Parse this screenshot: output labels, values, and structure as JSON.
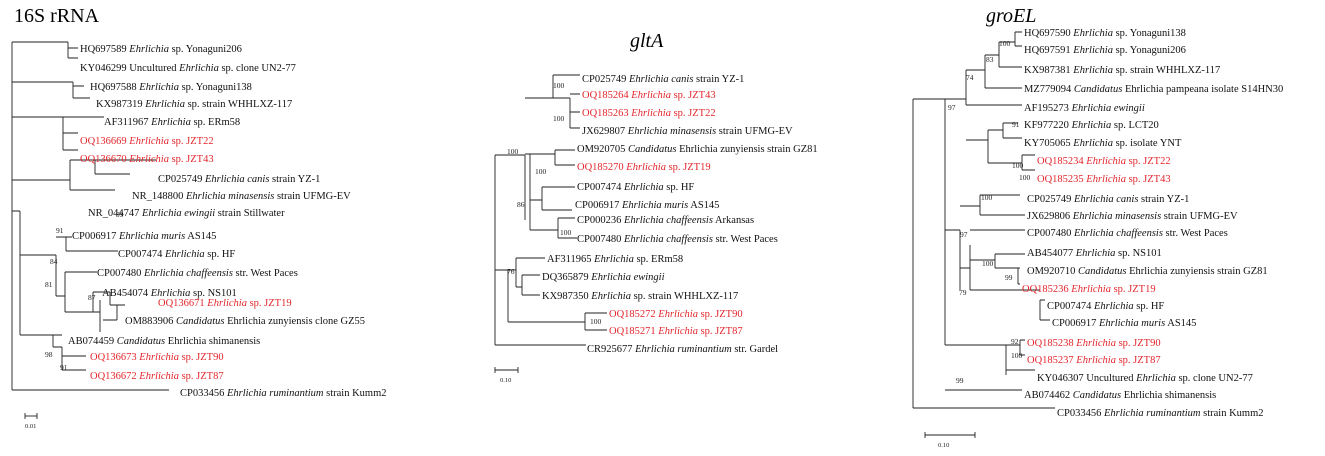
{
  "panels": [
    {
      "id": "16s",
      "title": "16S rRNA",
      "title_italic": false,
      "scale_label": "0.01",
      "leaves": [
        {
          "acc": "HQ697589",
          "genus": "Ehrlichia",
          "rest": " sp. Yonaguni206",
          "red": false
        },
        {
          "acc": "KY046299 Uncultured",
          "genus": "Ehrlichia",
          "rest": " sp. clone UN2-77",
          "red": false
        },
        {
          "acc": "HQ697588",
          "genus": "Ehrlichia",
          "rest": " sp. Yonaguni138",
          "red": false
        },
        {
          "acc": "KX987319",
          "genus": "Ehrlichia",
          "rest": " sp. strain WHHLXZ-117",
          "red": false
        },
        {
          "acc": "AF311967 ",
          "genus": "Ehrlichia",
          "rest": " sp. ERm58",
          "red": false
        },
        {
          "acc": "OQ136669",
          "genus": "Ehrlichia",
          "rest": " sp. JZT22",
          "red": true
        },
        {
          "acc": "OQ136670",
          "genus": "Ehrlichia",
          "rest": " sp. JZT43",
          "red": true
        },
        {
          "acc": "CP025749",
          "genus": "Ehrlichia canis",
          "rest": " strain YZ-1",
          "red": false
        },
        {
          "acc": "NR_148800",
          "genus": "Ehrlichia minasensis",
          "rest": " strain UFMG-EV",
          "red": false
        },
        {
          "acc": "NR_044747",
          "genus": "Ehrlichia ewingii",
          "rest": " strain Stillwater",
          "red": false
        },
        {
          "acc": "CP006917",
          "genus": "Ehrlichia muris",
          "rest": " AS145",
          "red": false
        },
        {
          "acc": "CP007474",
          "genus": "Ehrlichia",
          "rest": " sp. HF",
          "red": false
        },
        {
          "acc": "CP007480",
          "genus": "Ehrlichia chaffeensis",
          "rest": " str. West Paces",
          "red": false
        },
        {
          "acc": "AB454074",
          "genus": "Ehrlichia",
          "rest": " sp. NS101",
          "red": false
        },
        {
          "acc": "OQ136671",
          "genus": "Ehrlichia",
          "rest": " sp. JZT19",
          "red": true
        },
        {
          "acc": "OM883906",
          "genus": "Candidatus",
          "rest": " Ehrlichia zunyiensis clone GZ55",
          "red": false
        },
        {
          "acc": "AB074459",
          "genus": "Candidatus",
          "rest": " Ehrlichia shimanensis",
          "red": false
        },
        {
          "acc": "OQ136673",
          "genus": "Ehrlichia",
          "rest": " sp. JZT90",
          "red": true
        },
        {
          "acc": "OQ136672",
          "genus": "Ehrlichia",
          "rest": " sp. JZT87",
          "red": true
        },
        {
          "acc": "CP033456",
          "genus": "Ehrlichia ruminantium",
          "rest": " strain Kumm2",
          "red": false
        }
      ],
      "bootstraps": [
        "99",
        "91",
        "84",
        "81",
        "87",
        "98",
        "91"
      ]
    },
    {
      "id": "glta",
      "title": "gltA",
      "title_italic": true,
      "scale_label": "0.10",
      "leaves": [
        {
          "acc": "CP025749",
          "genus": "Ehrlichia canis",
          "rest": " strain YZ-1",
          "red": false
        },
        {
          "acc": "OQ185264",
          "genus": "Ehrlichia",
          "rest": " sp. JZT43",
          "red": true
        },
        {
          "acc": "OQ185263",
          "genus": "Ehrlichia",
          "rest": " sp. JZT22",
          "red": true
        },
        {
          "acc": "JX629807",
          "genus": "Ehrlichia minasensis",
          "rest": " strain UFMG-EV",
          "red": false
        },
        {
          "acc": "OM920705",
          "genus": "Candidatus",
          "rest": " Ehrlichia zunyiensis strain GZ81",
          "red": false
        },
        {
          "acc": "OQ185270",
          "genus": "Ehrlichia",
          "rest": " sp. JZT19",
          "red": true
        },
        {
          "acc": "CP007474",
          "genus": "Ehrlichia",
          "rest": " sp. HF",
          "red": false
        },
        {
          "acc": "CP006917",
          "genus": "Ehrlichia muris",
          "rest": " AS145",
          "red": false
        },
        {
          "acc": "CP000236",
          "genus": "Ehrlichia chaffeensis",
          "rest": " Arkansas",
          "red": false
        },
        {
          "acc": "CP007480",
          "genus": "Ehrlichia chaffeensis",
          "rest": " str. West Paces",
          "red": false
        },
        {
          "acc": "AF311965",
          "genus": "Ehrlichia",
          "rest": " sp. ERm58",
          "red": false
        },
        {
          "acc": "DQ365879",
          "genus": "Ehrlichia ewingii",
          "rest": "",
          "red": false
        },
        {
          "acc": "KX987350",
          "genus": "Ehrlichia",
          "rest": " sp. strain WHHLXZ-117",
          "red": false
        },
        {
          "acc": "OQ185272",
          "genus": "Ehrlichia",
          "rest": " sp. JZT90",
          "red": true
        },
        {
          "acc": "OQ185271",
          "genus": "Ehrlichia",
          "rest": " sp. JZT87",
          "red": true
        },
        {
          "acc": "CR925677",
          "genus": "Ehrlichia ruminantium",
          "rest": " str. Gardel",
          "red": false
        }
      ],
      "bootstraps": [
        "100",
        "100",
        "100",
        "100",
        "86",
        "100",
        "76",
        "100"
      ]
    },
    {
      "id": "groel",
      "title": "groEL",
      "title_italic": true,
      "scale_label": "0.10",
      "leaves": [
        {
          "acc": "HQ697590",
          "genus": "Ehrlichia",
          "rest": " sp. Yonaguni138",
          "red": false
        },
        {
          "acc": "HQ697591",
          "genus": "Ehrlichia",
          "rest": " sp. Yonaguni206",
          "red": false
        },
        {
          "acc": "KX987381",
          "genus": "Ehrlichia",
          "rest": " sp. strain WHHLXZ-117",
          "red": false
        },
        {
          "acc": "MZ779094",
          "genus": "Candidatus",
          "rest": " Ehrlichia pampeana isolate S14HN30",
          "red": false
        },
        {
          "acc": "AF195273",
          "genus": "Ehrlichia ewingii",
          "rest": "",
          "red": false
        },
        {
          "acc": "KF977220",
          "genus": "Ehrlichia",
          "rest": " sp. LCT20",
          "red": false
        },
        {
          "acc": "KY705065",
          "genus": "Ehrlichia",
          "rest": " sp. isolate YNT",
          "red": false
        },
        {
          "acc": "OQ185234",
          "genus": "Ehrlichia",
          "rest": " sp. JZT22",
          "red": true
        },
        {
          "acc": "OQ185235",
          "genus": "Ehrlichia",
          "rest": " sp. JZT43",
          "red": true
        },
        {
          "acc": "CP025749",
          "genus": "Ehrlichia canis",
          "rest": " strain YZ-1",
          "red": false
        },
        {
          "acc": "JX629806",
          "genus": "Ehrlichia minasensis",
          "rest": " strain UFMG-EV",
          "red": false
        },
        {
          "acc": "CP007480",
          "genus": "Ehrlichia chaffeensis",
          "rest": " str. West Paces",
          "red": false
        },
        {
          "acc": "AB454077",
          "genus": "Ehrlichia",
          "rest": " sp. NS101",
          "red": false
        },
        {
          "acc": "OM920710",
          "genus": "Candidatus",
          "rest": " Ehrlichia zunyiensis strain GZ81",
          "red": false
        },
        {
          "acc": "OQ185236",
          "genus": "Ehrlichia",
          "rest": " sp. JZT19",
          "red": true
        },
        {
          "acc": "CP007474",
          "genus": "Ehrlichia",
          "rest": " sp. HF",
          "red": false
        },
        {
          "acc": "CP006917",
          "genus": "Ehrlichia muris",
          "rest": " AS145",
          "red": false
        },
        {
          "acc": "OQ185238",
          "genus": "Ehrlichia",
          "rest": " sp. JZT90",
          "red": true
        },
        {
          "acc": "OQ185237",
          "genus": "Ehrlichia",
          "rest": " sp. JZT87",
          "red": true
        },
        {
          "acc": "KY046307 Uncultured",
          "genus": "Ehrlichia",
          "rest": " sp. clone UN2-77",
          "red": false
        },
        {
          "acc": "AB074462",
          "genus": "Candidatus",
          "rest": " Ehrlichia shimanensis",
          "red": false
        },
        {
          "acc": "CP033456",
          "genus": "Ehrlichia ruminantium",
          "rest": " strain Kumm2",
          "red": false
        }
      ],
      "bootstraps": [
        "100",
        "83",
        "74",
        "97",
        "91",
        "100",
        "100",
        "100",
        "97",
        "100",
        "99",
        "79",
        "92",
        "100",
        "99"
      ]
    }
  ],
  "colors": {
    "highlight": "#e2262c",
    "text": "#111111",
    "branch": "#222222"
  }
}
